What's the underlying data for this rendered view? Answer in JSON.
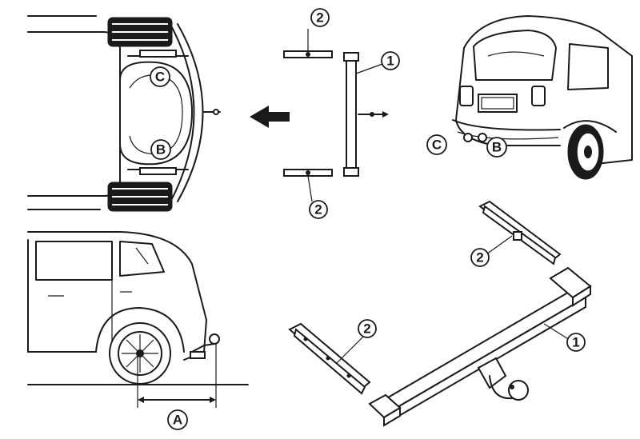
{
  "callouts": {
    "c_top": "C",
    "b_top": "B",
    "c_photo": "C",
    "b_photo": "B",
    "a_dim": "A",
    "p2_top": "2",
    "p1_mid": "1",
    "p2_bottom": "2",
    "p2_upper_right": "2",
    "p2_lower_left": "2",
    "p1_hitch": "1"
  },
  "colors": {
    "line": "#1a1a1a",
    "background": "#ffffff"
  }
}
